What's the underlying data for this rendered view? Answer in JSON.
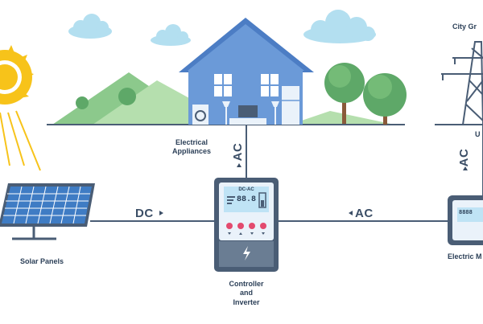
{
  "labels": {
    "solar_panels": "Solar Panels",
    "appliances_line1": "Electrical",
    "appliances_line2": "Appliances",
    "controller_line1": "Controller",
    "controller_line2": "and",
    "controller_line3": "Inverter",
    "city_grid": "City Gr",
    "electric_meter": "Electric M",
    "grid_partial": "U"
  },
  "flows": {
    "dc": "DC",
    "ac_left": "AC",
    "ac_up_house": "AC",
    "ac_up_grid": "AC"
  },
  "controller_display": {
    "mode": "DC-AC",
    "digits": "88.8"
  },
  "meter_display": "8888",
  "colors": {
    "wire": "#4a5d75",
    "house": "#6b9ad8",
    "roof": "#4c7dc4",
    "sky_cloud": "#b3dff0",
    "hill": "#a8d6a6",
    "sun": "#f7c31a",
    "controller": "#6a7d93",
    "screen": "#bfe3f5"
  }
}
